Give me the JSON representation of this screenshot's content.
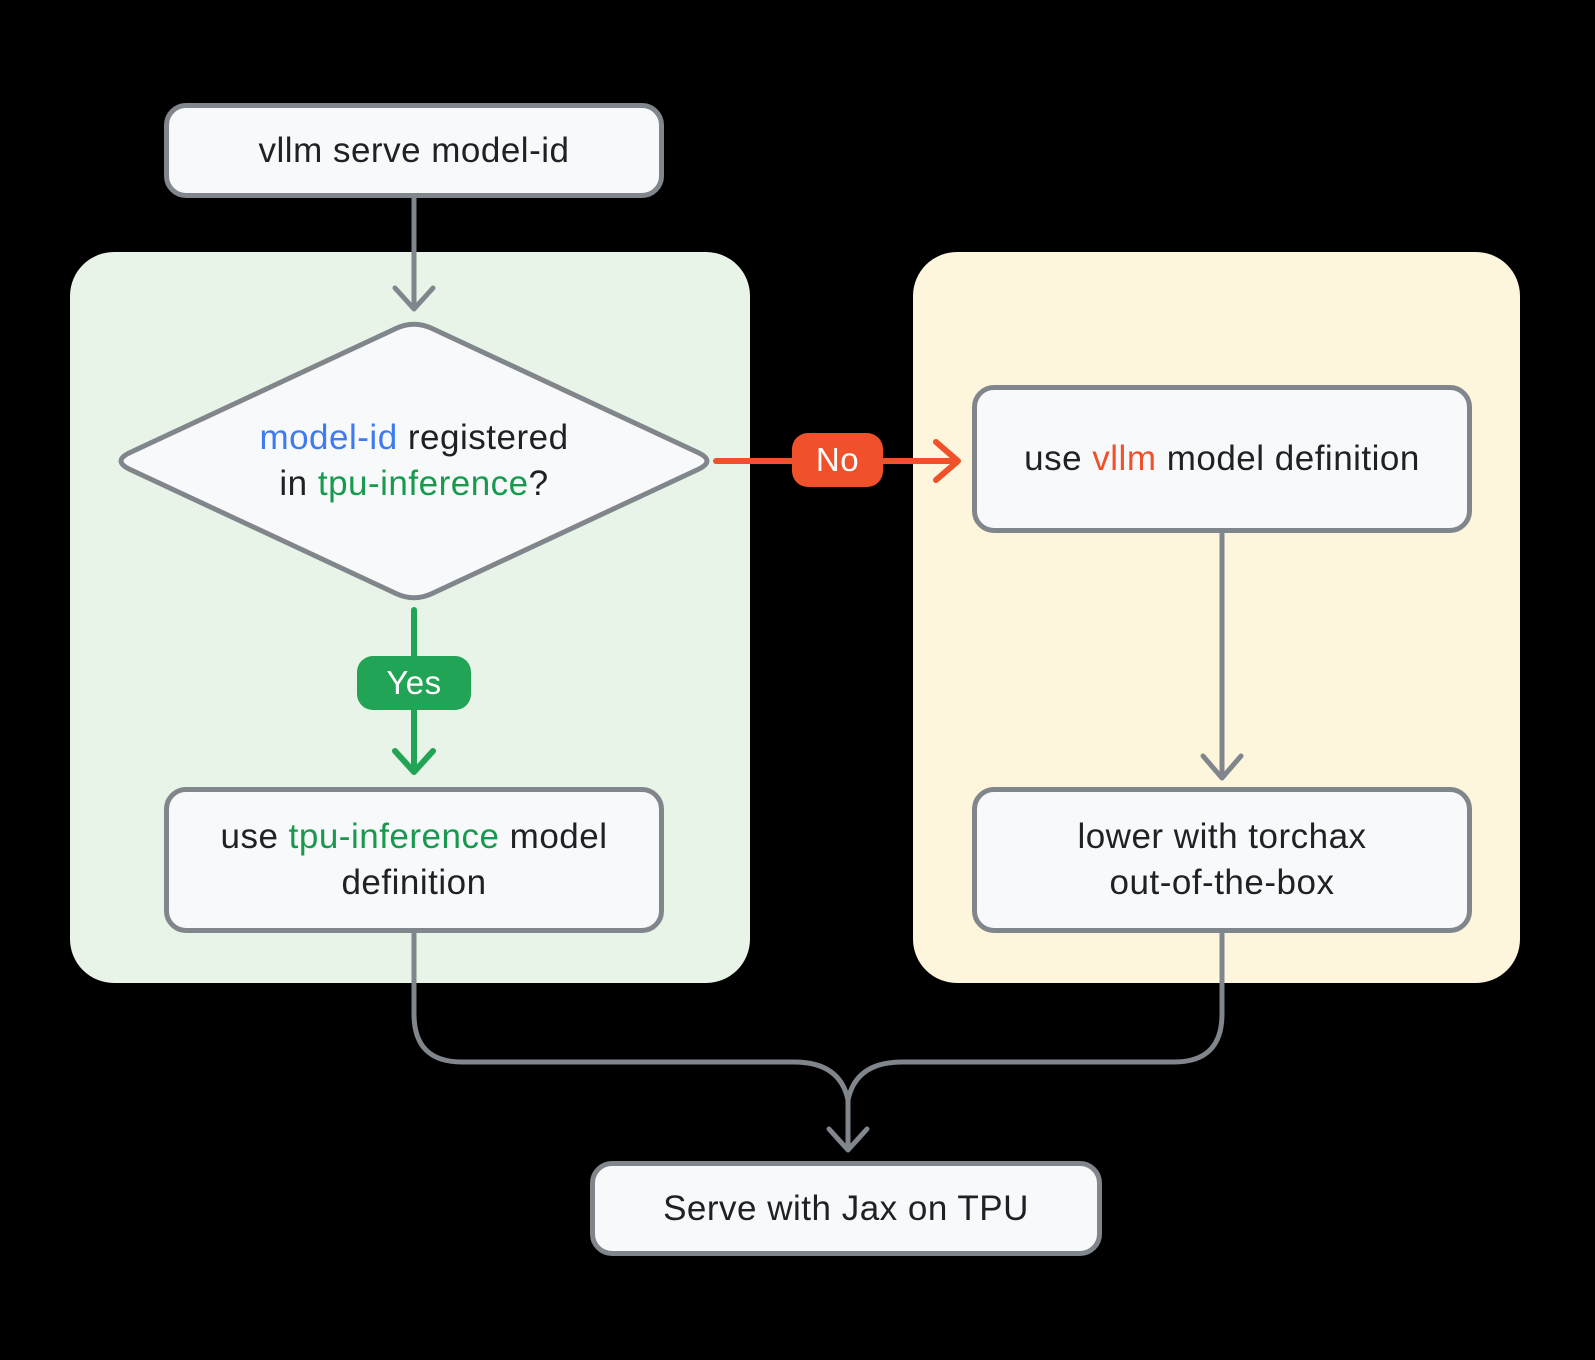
{
  "colors": {
    "background": "#000000",
    "yes_branch_panel": "#E9F4E9",
    "no_branch_panel": "#FDF6DD",
    "node_fill": "#F8F9FA",
    "node_border": "#80868B",
    "connector_gray": "#80868B",
    "yes_green": "#21A456",
    "green_code_text": "#189A4E",
    "blue_code_text": "#3C7BF0",
    "no_orange": "#F0512B",
    "text": "#202124"
  },
  "nodes": {
    "start": {
      "label": "vllm serve model-id"
    },
    "decision": {
      "model_id": "model-id",
      "registered": " registered",
      "in": "in ",
      "tpu_inference": "tpu-inference",
      "question_mark": "?"
    },
    "left_result": {
      "use": "use ",
      "tpu_inference": "tpu-inference",
      "model": " model",
      "definition": "definition"
    },
    "right_top": {
      "use": "use ",
      "vllm": "vllm",
      "model_definition": " model definition"
    },
    "right_bottom": {
      "line1": "lower with torchax",
      "line2": "out-of-the-box"
    },
    "serve": {
      "label": "Serve with Jax on TPU"
    }
  },
  "edges": {
    "yes": "Yes",
    "no": "No"
  }
}
